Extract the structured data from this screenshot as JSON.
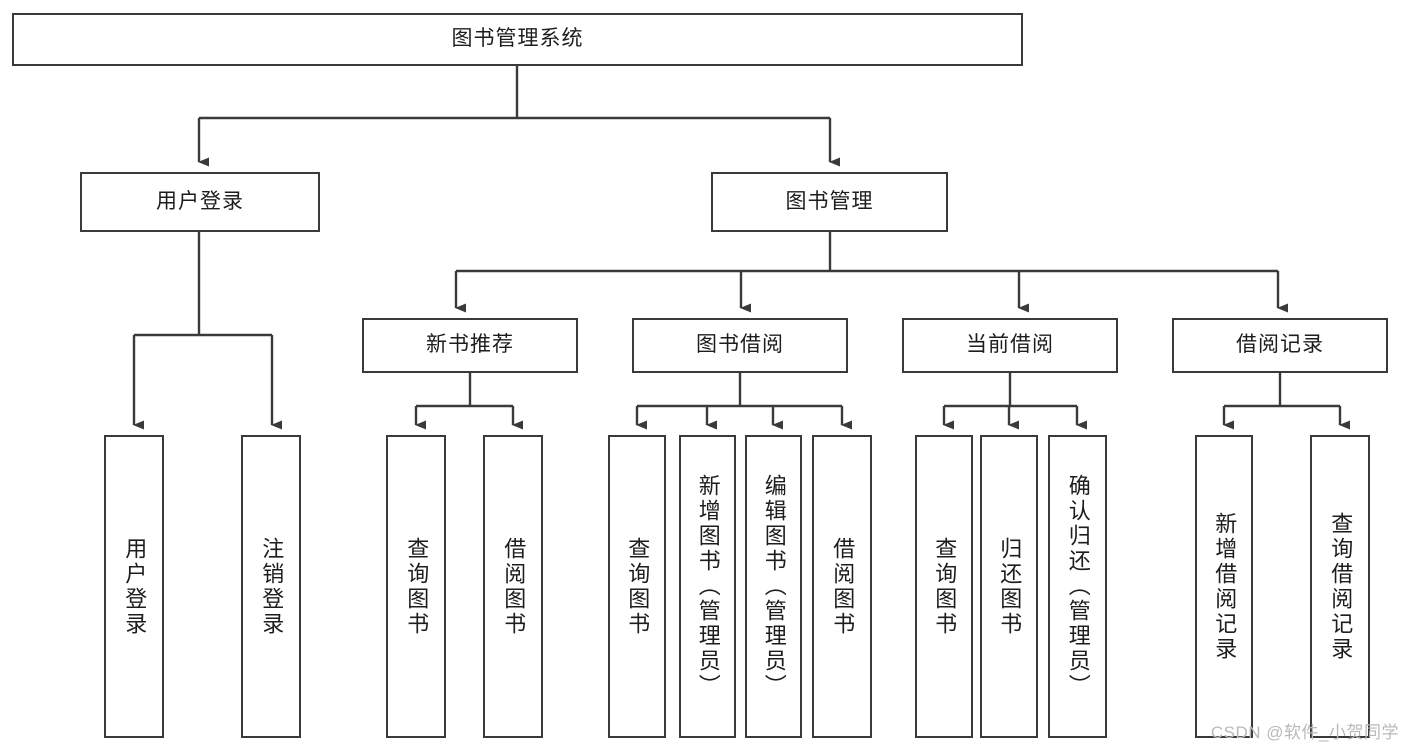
{
  "diagram": {
    "type": "tree-hierarchy",
    "title": "图书管理系统",
    "watermark": "CSDN @软件_小贺同学",
    "colors": {
      "stroke": "#3a3a3a",
      "fill": "#ffffff",
      "text": "#1d1d1d",
      "watermark": "#b9b9b9"
    },
    "root": {
      "label": "图书管理系统"
    },
    "level2": [
      {
        "label": "用户登录"
      },
      {
        "label": "图书管理"
      }
    ],
    "level3": [
      {
        "label": "新书推荐"
      },
      {
        "label": "图书借阅"
      },
      {
        "label": "当前借阅"
      },
      {
        "label": "借阅记录"
      }
    ],
    "leaves": {
      "user_login": [
        {
          "label": "用户登录"
        },
        {
          "label": "注销登录"
        }
      ],
      "new_book_recommend": [
        {
          "label": "查询图书"
        },
        {
          "label": "借阅图书"
        }
      ],
      "book_borrow": [
        {
          "label": "查询图书"
        },
        {
          "label": "新增图书（管理员）"
        },
        {
          "label": "编辑图书（管理员）"
        },
        {
          "label": "借阅图书"
        }
      ],
      "current_borrow": [
        {
          "label": "查询图书"
        },
        {
          "label": "归还图书"
        },
        {
          "label": "确认归还（管理员）"
        }
      ],
      "borrow_record": [
        {
          "label": "新增借阅记录"
        },
        {
          "label": "查询借阅记录"
        }
      ]
    }
  }
}
